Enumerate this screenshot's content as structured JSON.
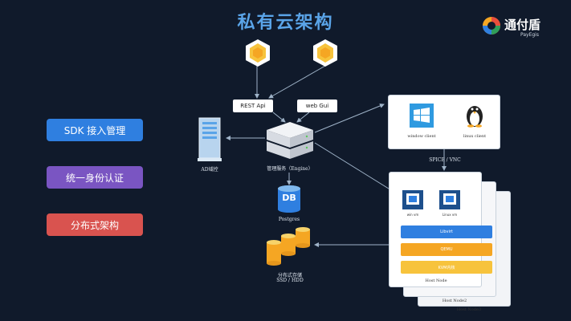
{
  "title": "私有云架构",
  "logo": {
    "name": "通付盾",
    "sub": "PayEgis"
  },
  "side_buttons": [
    {
      "label": "SDK  接入管理",
      "color": "#2f7fe0"
    },
    {
      "label": "统一身份认证",
      "color": "#7a55c2"
    },
    {
      "label": "分布式架构",
      "color": "#d9534f"
    }
  ],
  "top_labels": {
    "rest": "REST Api",
    "web": "web Gui"
  },
  "engine_label": "管理服务（Engine）",
  "ad_label": "AD域控",
  "db": {
    "badge": "DB",
    "label": "Postgres"
  },
  "storage": {
    "line1": "分布式存储",
    "line2": "SSD / HDD"
  },
  "clients": {
    "window": "window client",
    "linux": "linux client",
    "protocol": "SPICE / VNC"
  },
  "host_node": {
    "vm1": "win vm",
    "vm2": "Linux vm",
    "rows": [
      "Libvirt",
      "QEMU",
      "KVM内核"
    ],
    "names": [
      "Host Node",
      "Host Node2",
      "Host Node3"
    ]
  },
  "colors": {
    "blue": "#2f7fe0",
    "purple": "#7a55c2",
    "red": "#d9534f",
    "orange": "#f5a623",
    "yellow": "#f7c33c"
  }
}
